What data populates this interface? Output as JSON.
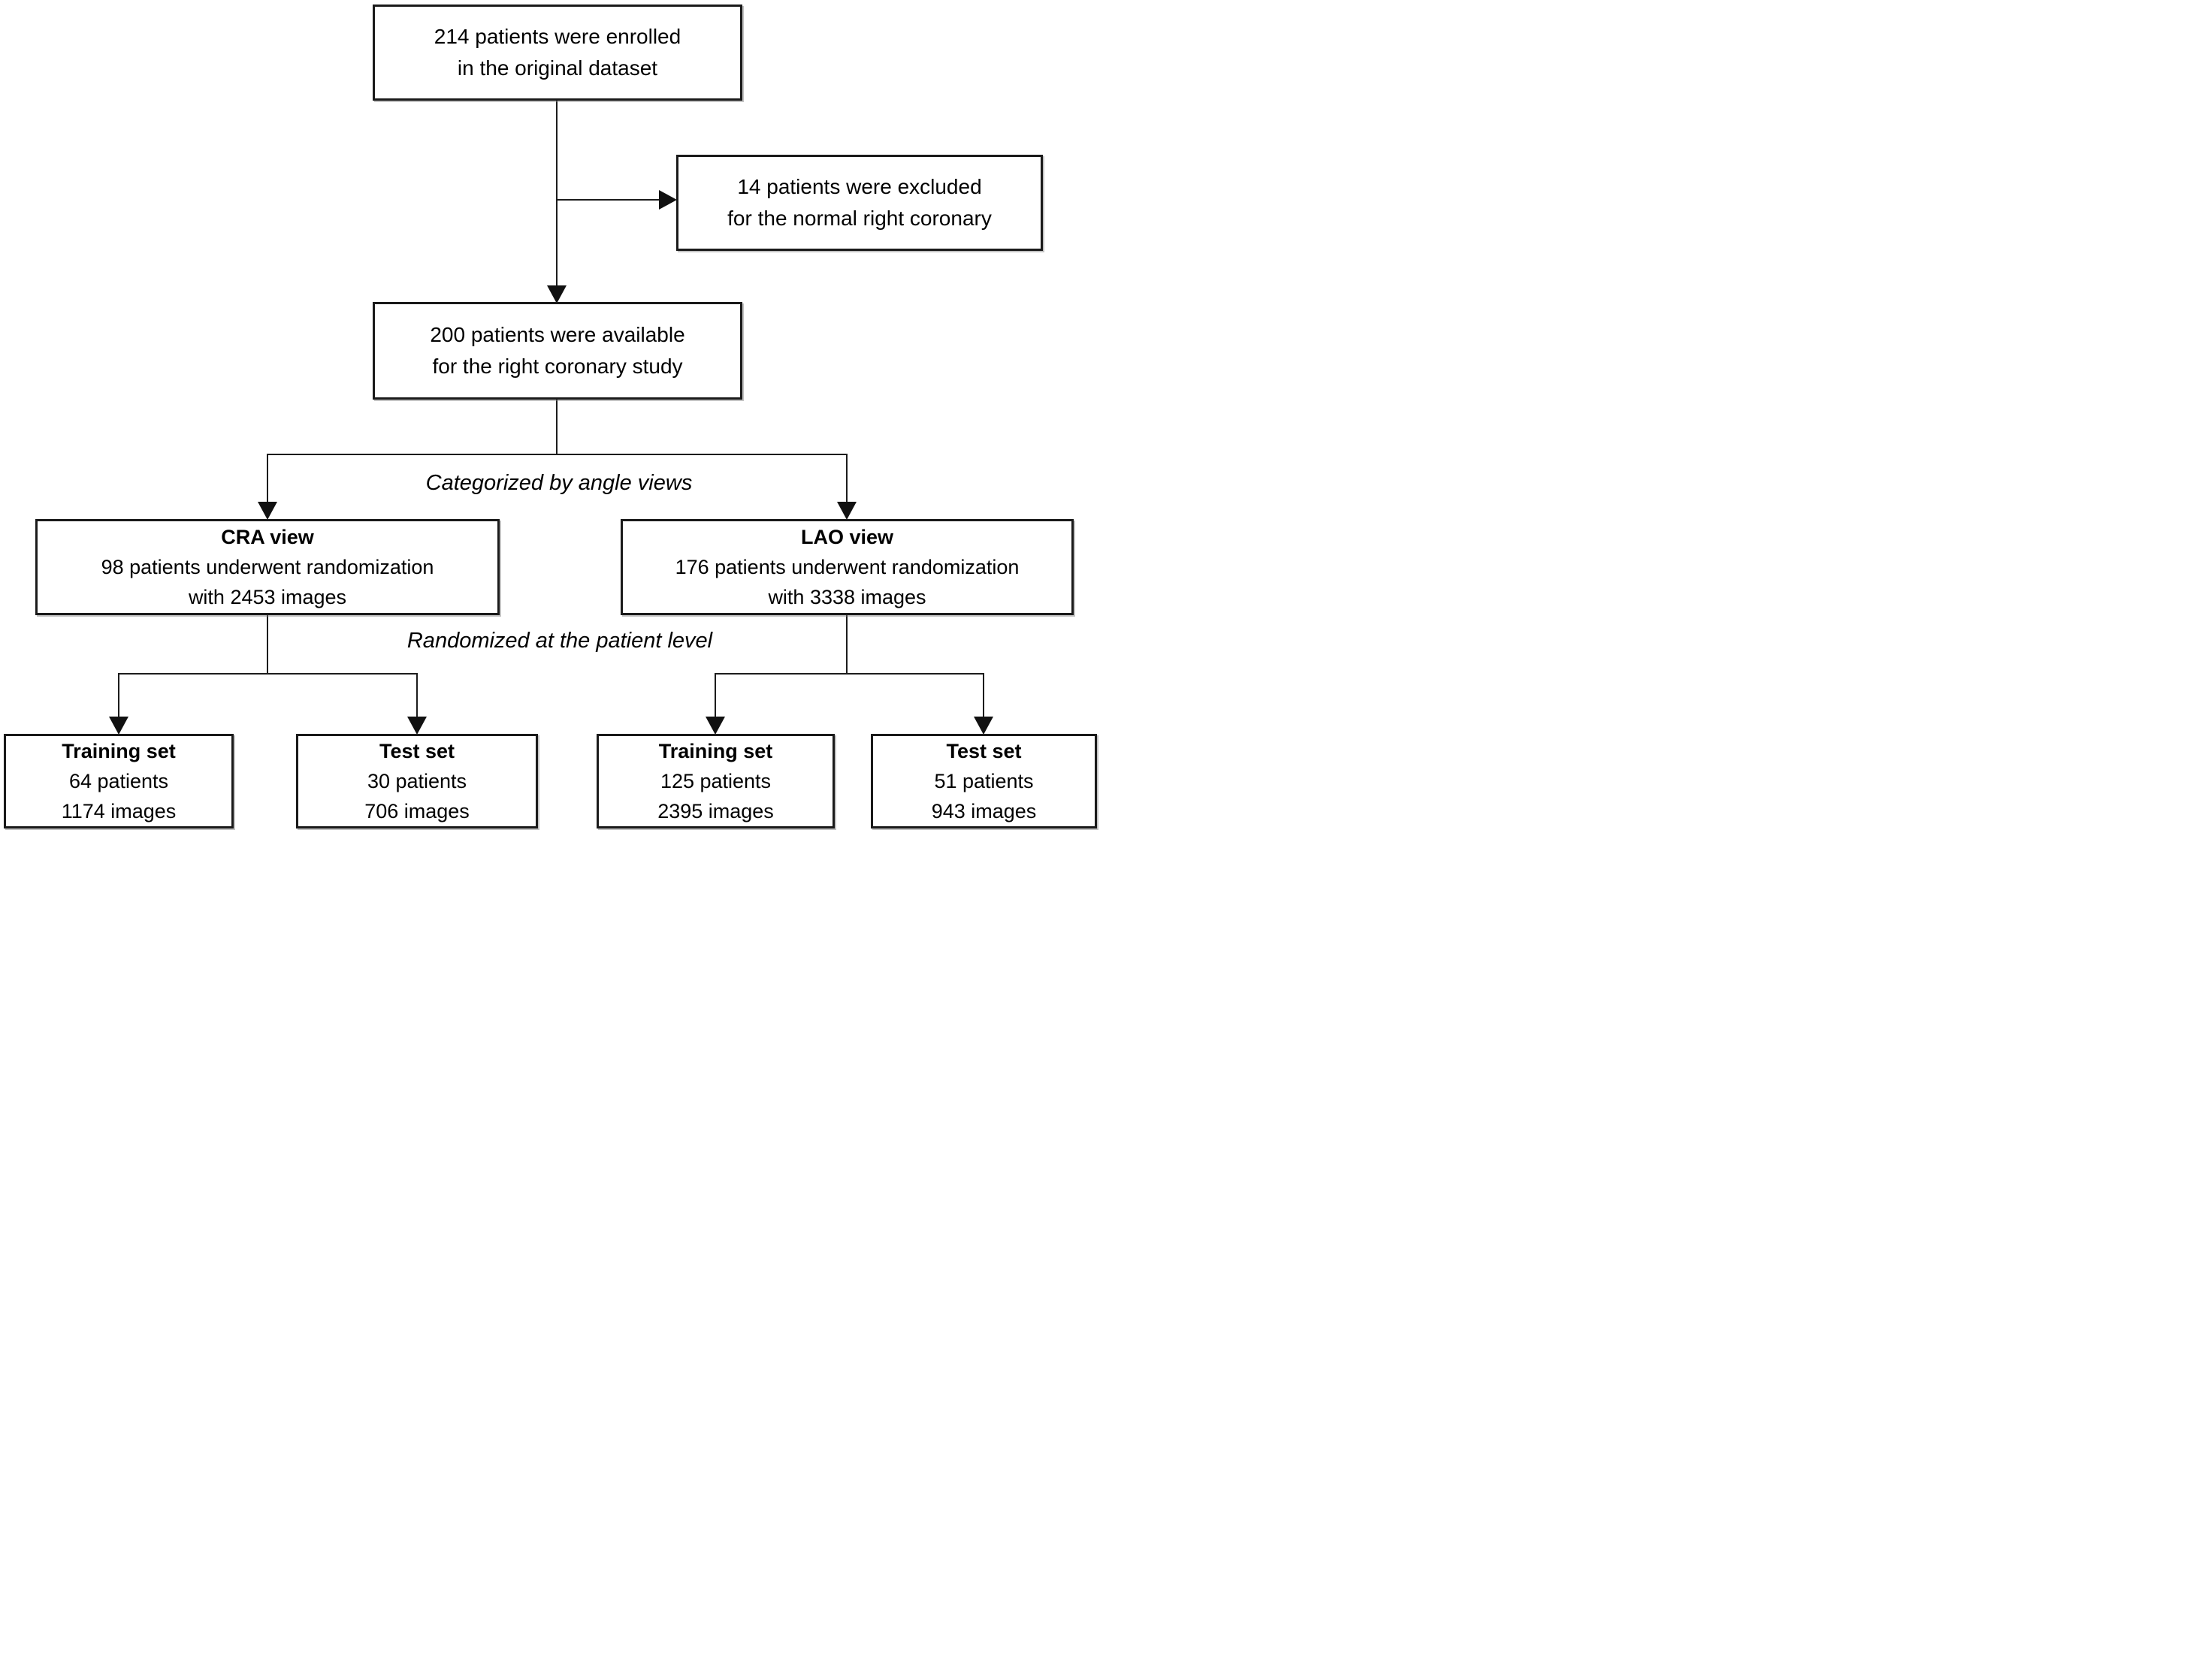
{
  "diagram": {
    "type": "flowchart",
    "description": "Patient enrollment and dataset split flow for right coronary angiography study",
    "colors": {
      "background": "#ffffff",
      "box_border": "#1a1a1a",
      "connector": "#1c1c1c",
      "text": "#000000"
    },
    "nodes": {
      "enrolled": {
        "lines": [
          "214 patients were enrolled",
          "in the original dataset"
        ]
      },
      "excluded": {
        "lines": [
          "14 patients were excluded",
          "for the normal right coronary"
        ]
      },
      "available": {
        "lines": [
          "200 patients were available",
          "for the right coronary study"
        ]
      },
      "cra": {
        "title": "CRA view",
        "lines": [
          "98 patients underwent randomization",
          "with 2453 images"
        ]
      },
      "lao": {
        "title": "LAO view",
        "lines": [
          "176 patients underwent randomization",
          "with 3338 images"
        ]
      },
      "cra_training": {
        "title": "Training set",
        "lines": [
          "64 patients",
          "1174 images"
        ]
      },
      "cra_test": {
        "title": "Test set",
        "lines": [
          "30 patients",
          "706 images"
        ]
      },
      "lao_training": {
        "title": "Training set",
        "lines": [
          "125 patients",
          "2395 images"
        ]
      },
      "lao_test": {
        "title": "Test set",
        "lines": [
          "51 patients",
          "943 images"
        ]
      }
    },
    "edge_labels": {
      "categorized": "Categorized by angle views",
      "randomized": "Randomized at the patient level"
    }
  }
}
